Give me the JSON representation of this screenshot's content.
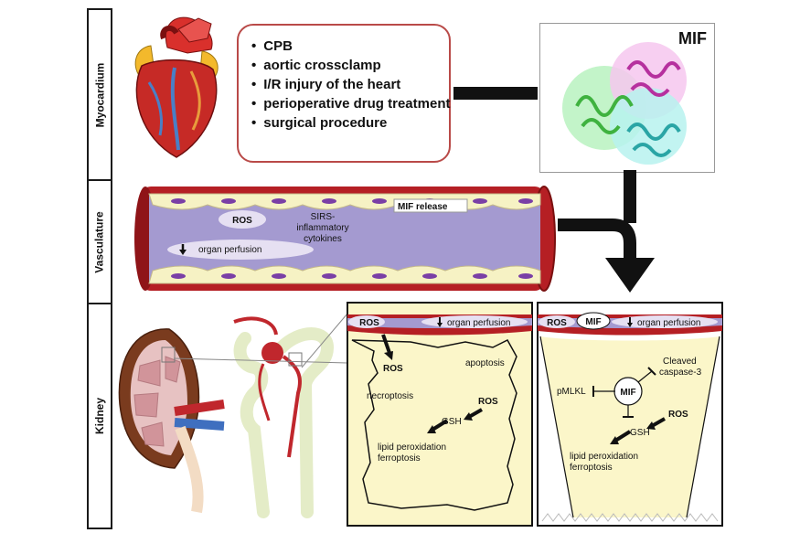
{
  "rows": {
    "myocardium": "Myocardium",
    "vasculature": "Vasculature",
    "kidney": "Kidney"
  },
  "triggers": [
    "CPB",
    "aortic crossclamp",
    "I/R injury of the heart",
    "perioperative drug treatment",
    "surgical procedure"
  ],
  "mif_structure_label": "MIF",
  "vessel": {
    "ros": "ROS",
    "perfusion": "organ perfusion",
    "sirs_line1": "SIRS-",
    "sirs_line2": "inflammatory",
    "sirs_line3": "cytokines",
    "mif_release": "MIF release"
  },
  "panel_left": {
    "ros_vessel": "ROS",
    "perfusion": "organ perfusion",
    "ros_cell": "ROS",
    "apoptosis": "apoptosis",
    "necroptosis": "necroptosis",
    "ros_right": "ROS",
    "gsh": "GSH",
    "lipid_line1": "lipid peroxidation",
    "lipid_line2": "ferroptosis"
  },
  "panel_right": {
    "ros_vessel": "ROS",
    "mif_vessel": "MIF",
    "perfusion": "organ perfusion",
    "cleaved_line1": "Cleaved",
    "cleaved_line2": "caspase-3",
    "pmlkl": "pMLKL",
    "mif_center": "MIF",
    "ros": "ROS",
    "gsh": "GSH",
    "lipid_line1": "lipid peroxidation",
    "lipid_line2": "ferroptosis"
  },
  "colors": {
    "vessel_red": "#b51f24",
    "vessel_lumen": "#a49ad0",
    "endothelium": "#f6f2c4",
    "nucleus": "#7a3fa6",
    "panel_fill": "#fbf6c9",
    "box_border": "#b94a48"
  }
}
